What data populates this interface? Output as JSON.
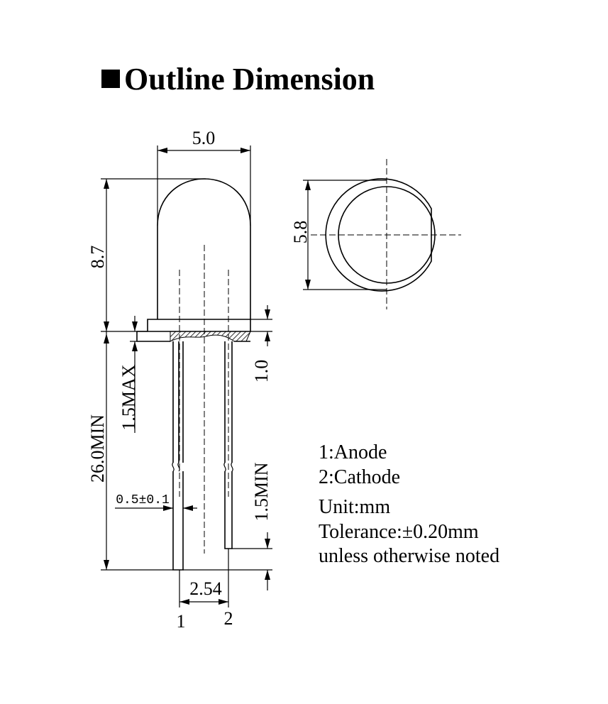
{
  "title": "Outline Dimension",
  "dimensions": {
    "dome_width": "5.0",
    "flange_diameter": "5.8",
    "body_height": "8.7",
    "lead_length": "26.0MIN",
    "flange_max": "1.5MAX",
    "flange_thickness": "1.0",
    "lead_width": "0.5±0.1",
    "lead_offset": "1.5MIN",
    "lead_spacing": "2.54"
  },
  "pins": {
    "pin1": "1",
    "pin2": "2"
  },
  "notes": {
    "anode": "1:Anode",
    "cathode": "2:Cathode",
    "unit": "Unit:mm",
    "tolerance": "Tolerance:±0.20mm",
    "noted": "unless otherwise noted"
  }
}
